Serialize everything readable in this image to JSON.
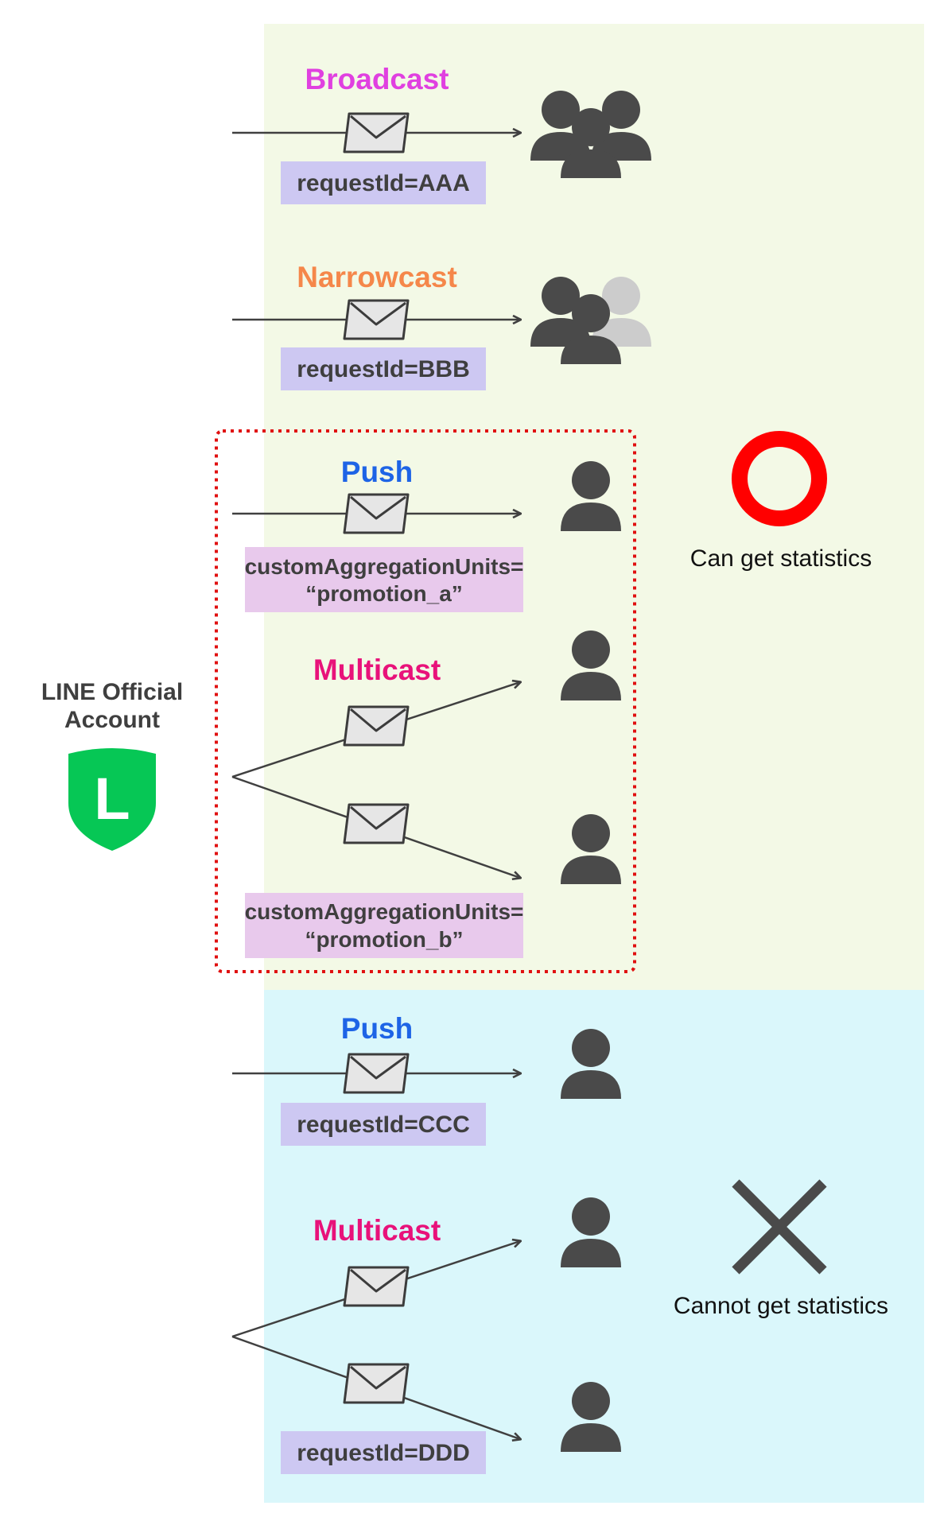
{
  "colors": {
    "can_region": "#f3f9e6",
    "cannot_region": "#daf7fb",
    "request_tag": "#cdc8f2",
    "custom_tag": "#e8c9ec",
    "broadcast": "#e040e0",
    "narrowcast": "#f5874a",
    "push": "#1e64e6",
    "multicast": "#e8127a",
    "user": "#4a4a4a",
    "user_inactive": "#cccccc",
    "ok_circle": "#ff0000",
    "line_green": "#06c755",
    "dotted_border": "#e01010"
  },
  "account": {
    "label_line1": "LINE Official",
    "label_line2": "Account",
    "logo_letter": "L",
    "icon": "line-shield-icon"
  },
  "sections": {
    "broadcast": {
      "title": "Broadcast",
      "tag": "requestId=AAA",
      "recipients_icon": "group-icon"
    },
    "narrowcast": {
      "title": "Narrowcast",
      "tag": "requestId=BBB",
      "recipients_icon": "partial-group-icon"
    },
    "push_custom": {
      "title": "Push",
      "tag_line1": "customAggregationUnits=",
      "tag_line2": "“promotion_a”",
      "recipient_icon": "user-icon"
    },
    "multicast_custom": {
      "title": "Multicast",
      "tag_line1": "customAggregationUnits=",
      "tag_line2": "“promotion_b”",
      "recipient_icon": "user-icon"
    },
    "push_request": {
      "title": "Push",
      "tag": "requestId=CCC",
      "recipient_icon": "user-icon"
    },
    "multicast_request": {
      "title": "Multicast",
      "tag": "requestId=DDD",
      "recipient_icon": "user-icon"
    }
  },
  "results": {
    "can": {
      "label": "Can get statistics",
      "icon": "circle-ok-icon"
    },
    "cannot": {
      "label": "Cannot get statistics",
      "icon": "cross-icon"
    }
  }
}
